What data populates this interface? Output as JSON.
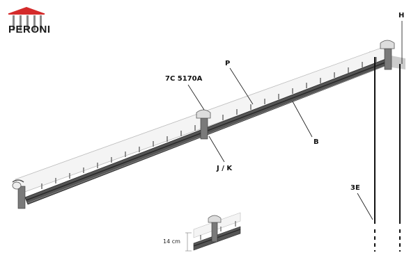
{
  "brand": {
    "name": "PERONI",
    "roof_color": "#d42a2a",
    "column_color": "#8a8a8a"
  },
  "labels": {
    "part_7c": "7C 5170A",
    "part_p": "P",
    "part_b": "B",
    "part_jk": "J / K",
    "part_h": "H",
    "part_3e": "3E"
  },
  "detail": {
    "dimension": "14 cm"
  },
  "colors": {
    "tube": "#f4f4f4",
    "rail": "#555555",
    "rail_dark": "#2a2a2a",
    "bracket": "#7a7a7a",
    "wall": "#cccccc",
    "line": "#111111"
  }
}
